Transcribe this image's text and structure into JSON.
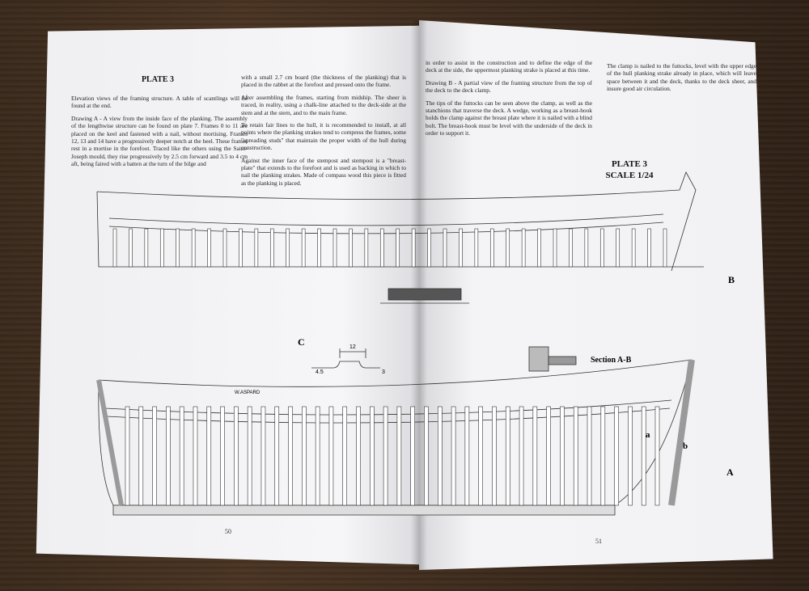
{
  "left_page": {
    "title": "PLATE 3",
    "col1": [
      "Elevation views of the framing structure. A table of scantlings will be found at the end.",
      "Drawing A - A view from the inside face of the planking. The assembly of the lengthwise structure can be found on plate 7. Frames 0 to 11 are placed on the keel and fastened with a nail, without mortising. Frames 12, 13 and 14 have a progressively deeper notch at the heel. These frames rest in a mortise in the forefoot. Traced like the others using the Saint-Joseph mould, they rise progressively by 2.5 cm forward and 3.5 to 4 cm aft, being faired with a batten at the turn of the bilge and"
    ],
    "col2": [
      "with a small 2.7 cm board (the thickness of the planking) that is placed in the rabbet at the forefoot and pressed onto the frame.",
      "After assembling the frames, starting from midship. The sheer is traced, in reality, using a chalk-line attached to the deck-side at the stem and at the stern, and to the main frame.",
      "To retain fair lines to the hull, it is recommended to install, at all points where the planking strakes tend to compress the frames, some \"spreading studs\" that maintain the proper width of the hull during construction.",
      "Against the inner face of the stempost and stempost is a \"breast-plate\" that extends to the forefoot and is used as backing in which to nail the planking strakes. Made of compass wood this piece is fitted as the planking is placed."
    ],
    "page_number": "50"
  },
  "right_page": {
    "col1": [
      "in order to assist in the construction and to define the edge of the deck at the side, the uppermost planking strake is placed at this time.",
      "Drawing B - A partial view of the framing structure from the top of the deck to the deck clamp.",
      "The tips of the futtocks can be seen above the clamp, as well as the stanchions that traverse the deck. A wedge, working as a breast-hook holds the clamp against the breast plate where it is nailed with a blind bolt. The breast-hook must be level with the underside of the deck in order to support it."
    ],
    "col2": [
      "The clamp is nailed to the futtocks, level with the upper edge of the hull planking strake already in place, which will leave space between it and the deck, thanks to the deck sheer, and insure good air circulation."
    ],
    "plate_title": "PLATE 3",
    "scale": "SCALE 1/24",
    "page_number": "51"
  },
  "drawing_labels": {
    "B": "B",
    "C": "C",
    "A": "A",
    "section": "Section A-B",
    "dim_12": "12",
    "dim_45": "4.5",
    "dim_3": "3",
    "wale": "W.ASPARD",
    "a": "a",
    "b": "b"
  }
}
